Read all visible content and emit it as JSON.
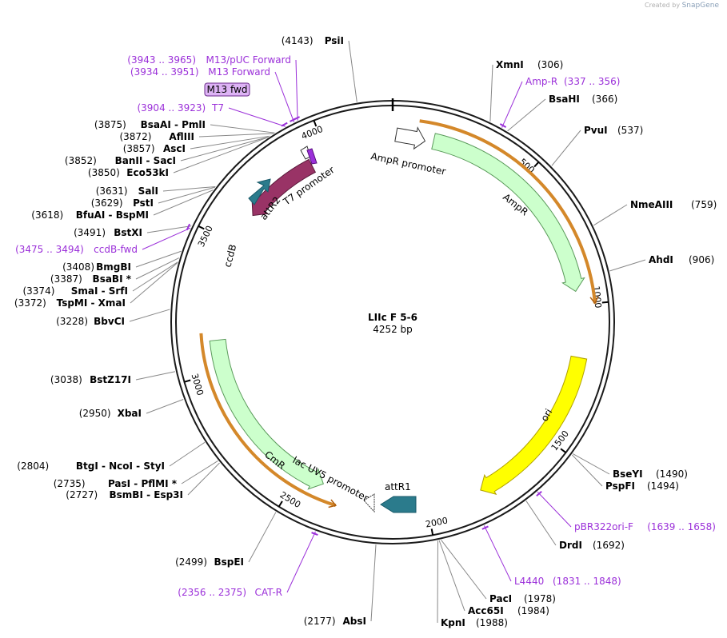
{
  "credit": {
    "prefix": "Created by",
    "brand": "SnapGene"
  },
  "plasmid": {
    "name": "LIIc F 5-6",
    "length_label": "4252 bp",
    "length": 4252
  },
  "ticks": [
    {
      "bp": 500,
      "label": "500"
    },
    {
      "bp": 1000,
      "label": "1000"
    },
    {
      "bp": 1500,
      "label": "1500"
    },
    {
      "bp": 2000,
      "label": "2000"
    },
    {
      "bp": 2500,
      "label": "2500"
    },
    {
      "bp": 3000,
      "label": "3000"
    },
    {
      "bp": 3500,
      "label": "3500"
    },
    {
      "bp": 4000,
      "label": "4000"
    }
  ],
  "features": [
    {
      "name": "AmpR promoter",
      "label": "AmpR promoter",
      "type": "promoter",
      "color": "#ffffff"
    },
    {
      "name": "AmpR",
      "label": "AmpR",
      "type": "cds",
      "color": "#ccffcc"
    },
    {
      "name": "ori",
      "label": "ori",
      "type": "rep_origin",
      "color": "#ffff00"
    },
    {
      "name": "attR1",
      "label": "attR1",
      "type": "protein_bind",
      "color": "#2b7b8c"
    },
    {
      "name": "lac UV5 promoter",
      "label": "lac UV5 promoter",
      "type": "promoter",
      "color": "#ffffff"
    },
    {
      "name": "CmR",
      "label": "CmR",
      "type": "cds",
      "color": "#ccffcc"
    },
    {
      "name": "ccdB",
      "label": "ccdB",
      "type": "cds",
      "color": "#993366"
    },
    {
      "name": "attR2",
      "label": "attR2",
      "type": "protein_bind",
      "color": "#2b7b8c"
    },
    {
      "name": "T7 promoter",
      "label": "T7 promoter",
      "type": "promoter",
      "color": "#ffffff"
    },
    {
      "name": "M13 fwd",
      "label": "M13 fwd",
      "type": "primer_bind",
      "color": "#ddb3f5"
    }
  ],
  "right_labels": [
    {
      "text": "XmnI",
      "pos": "(306)",
      "kind": "enzyme"
    },
    {
      "text": "Amp-R",
      "pos": "(337 .. 356)",
      "kind": "primer"
    },
    {
      "text": "BsaHI",
      "pos": "(366)",
      "kind": "enzyme"
    },
    {
      "text": "PvuI",
      "pos": "(537)",
      "kind": "enzyme"
    },
    {
      "text": "NmeAIII",
      "pos": "(759)",
      "kind": "enzyme"
    },
    {
      "text": "AhdI",
      "pos": "(906)",
      "kind": "enzyme"
    },
    {
      "text": "BseYI",
      "pos": "(1490)",
      "kind": "enzyme"
    },
    {
      "text": "PspFI",
      "pos": "(1494)",
      "kind": "enzyme"
    },
    {
      "text": "pBR322ori-F",
      "pos": "(1639 .. 1658)",
      "kind": "primer"
    },
    {
      "text": "DrdI",
      "pos": "(1692)",
      "kind": "enzyme"
    },
    {
      "text": "L4440",
      "pos": "(1831 .. 1848)",
      "kind": "primer"
    },
    {
      "text": "PacI",
      "pos": "(1978)",
      "kind": "enzyme"
    },
    {
      "text": "Acc65I",
      "pos": "(1984)",
      "kind": "enzyme"
    },
    {
      "text": "KpnI",
      "pos": "(1988)",
      "kind": "enzyme"
    }
  ],
  "left_labels": [
    {
      "text": "PsiI",
      "pos": "(4143)",
      "kind": "enzyme"
    },
    {
      "text": "M13/pUC Forward",
      "pos": "(3943 .. 3965)",
      "kind": "primer"
    },
    {
      "text": "M13 Forward",
      "pos": "(3934 .. 3951)",
      "kind": "primer"
    },
    {
      "text": "T7",
      "pos": "(3904 .. 3923)",
      "kind": "primer"
    },
    {
      "text": "BsaAI - PmlI",
      "pos": "(3875)",
      "kind": "enzyme"
    },
    {
      "text": "AflIII",
      "pos": "(3872)",
      "kind": "enzyme"
    },
    {
      "text": "AscI",
      "pos": "(3857)",
      "kind": "enzyme"
    },
    {
      "text": "BanII - SacI",
      "pos": "(3852)",
      "kind": "enzyme"
    },
    {
      "text": "Eco53kI",
      "pos": "(3850)",
      "kind": "enzyme"
    },
    {
      "text": "SalI",
      "pos": "(3631)",
      "kind": "enzyme"
    },
    {
      "text": "PstI",
      "pos": "(3629)",
      "kind": "enzyme"
    },
    {
      "text": "BfuAI - BspMI",
      "pos": "(3618)",
      "kind": "enzyme"
    },
    {
      "text": "BstXI",
      "pos": "(3491)",
      "kind": "enzyme"
    },
    {
      "text": "ccdB-fwd",
      "pos": "(3475 .. 3494)",
      "kind": "primer"
    },
    {
      "text": "BmgBI",
      "pos": "(3408)",
      "kind": "enzyme"
    },
    {
      "text": "BsaBI *",
      "pos": "(3387)",
      "kind": "enzyme"
    },
    {
      "text": "SmaI - SrfI",
      "pos": "(3374)",
      "kind": "enzyme"
    },
    {
      "text": "TspMI - XmaI",
      "pos": "(3372)",
      "kind": "enzyme"
    },
    {
      "text": "BbvCI",
      "pos": "(3228)",
      "kind": "enzyme"
    },
    {
      "text": "BstZ17I",
      "pos": "(3038)",
      "kind": "enzyme"
    },
    {
      "text": "XbaI",
      "pos": "(2950)",
      "kind": "enzyme"
    },
    {
      "text": "BtgI - NcoI - StyI",
      "pos": "(2804)",
      "kind": "enzyme"
    },
    {
      "text": "PasI - PflMI *",
      "pos": "(2735)",
      "kind": "enzyme"
    },
    {
      "text": "BsmBI - Esp3I",
      "pos": "(2727)",
      "kind": "enzyme"
    },
    {
      "text": "BspEI",
      "pos": "(2499)",
      "kind": "enzyme"
    },
    {
      "text": "CAT-R",
      "pos": "(2356 .. 2375)",
      "kind": "primer"
    },
    {
      "text": "AbsI",
      "pos": "(2177)",
      "kind": "enzyme"
    }
  ],
  "colors": {
    "primer": "#9b30d9",
    "enzyme": "#000000",
    "backbone": "#1a1a1a",
    "primer_box": "#ddb3f5",
    "orange_edge": "#d4882a"
  }
}
